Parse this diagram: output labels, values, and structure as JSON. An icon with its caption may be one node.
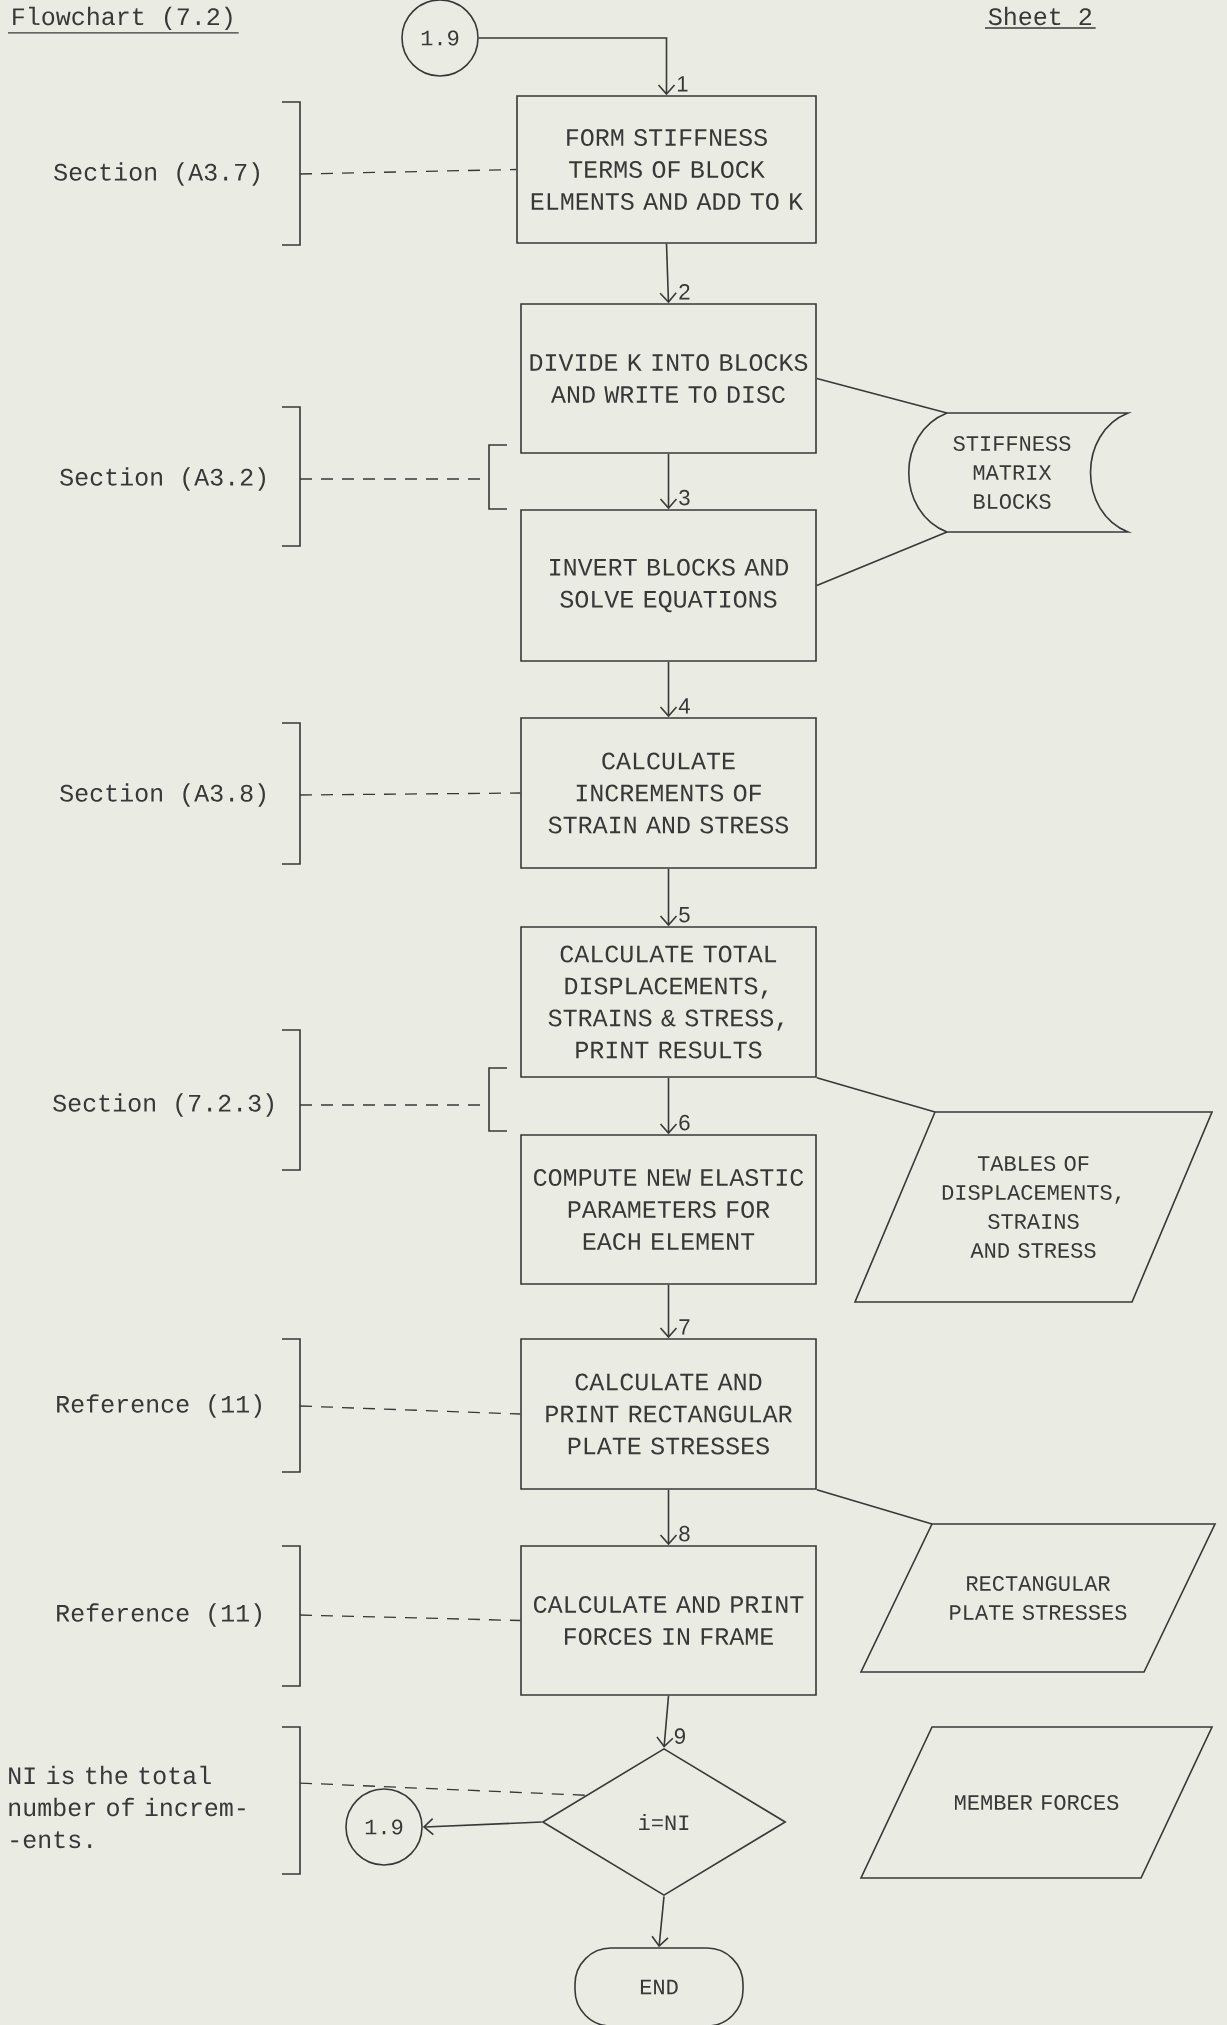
{
  "diagram": {
    "title": "Flowchart (7.2)",
    "nodes": [
      {
        "text": [
          "1.9"
        ]
      },
      {
        "text": [
          "Section (A3.7)"
        ]
      },
      {
        "text": [
          "FORM STIFFNESS TERMS OF BLOCK ELMENTS AND ADD TO K"
        ]
      },
      {
        "text": [
          "DIVIDE K INTO BLOCKS AND WRITE TO DISC"
        ]
      },
      {
        "text": [
          "STIFFNESS MATRIX BLOCKS"
        ]
      },
      {
        "text": [
          "Section (A3.2)"
        ]
      },
      {
        "text": [
          "INVERT BLOCKS AND SOLVE EQUATIONS"
        ]
      },
      {
        "text": [
          "Section (A3.8)"
        ]
      },
      {
        "text": [
          "CALCULATE INCREMENTS OF STRAIN AND STRESS"
        ]
      },
      {
        "text": [
          "CALCULATE TOTAL DISPLACEMENTS, STRAINS & STRESS, PRINT RESULTS"
        ]
      },
      {
        "text": [
          "Section (7.2.3)"
        ]
      },
      {
        "text": [
          "COMPUTE NEW ELASTIC PARAMETERS FOR EACH ELEMENT"
        ]
      },
      {
        "text": [
          "TABLES OF DISPLACEMENTS, STRAINS AND STRESS"
        ]
      },
      {
        "text": [
          "Reference (11)"
        ]
      },
      {
        "text": [
          "CALCULATE AND PRINT RECTANGULAR PLATE STRESSES"
        ]
      },
      {
        "text": [
          "Reference (11)"
        ]
      },
      {
        "text": [
          "CALCULATE AND PRINT FORCES IN FRAME"
        ]
      },
      {
        "text": [
          "RECTANGULAR PLATE STRESSES"
        ]
      },
      {
        "text": [
          "NI is the total number of increm- -ents."
        ]
      },
      {
        "text": [
          "1.9"
        ]
      },
      {
        "text": [
          "i=NI"
        ]
      },
      {
        "text": [
          "MEMBER FORCES"
        ]
      },
      {
        "text": [
          "END"
        ]
      }
    ],
    "edges": [
      {
        "from": 0,
        "to": 2,
        "arrow": "to",
        "label": "1"
      },
      {
        "from": 1,
        "to": 2,
        "arrow": "none",
        "style": "dashed"
      },
      {
        "from": 2,
        "to": 3,
        "arrow": "to",
        "label": "2"
      },
      {
        "from": 3,
        "to": 4,
        "arrow": "none"
      },
      {
        "from": 5,
        "to": null,
        "arrow": "none",
        "style": "dashed"
      },
      {
        "from": 3,
        "to": 6,
        "arrow": "to",
        "label": "3"
      },
      {
        "from": 6,
        "to": 4,
        "arrow": "none"
      },
      {
        "from": 7,
        "to": 8,
        "arrow": "none",
        "style": "dashed"
      },
      {
        "from": 6,
        "to": 8,
        "arrow": "to",
        "label": "4"
      },
      {
        "from": 8,
        "to": 9,
        "arrow": "to",
        "label": "5"
      },
      {
        "from": 10,
        "to": null,
        "arrow": "none",
        "style": "dashed"
      },
      {
        "from": 9,
        "to": 11,
        "arrow": "to",
        "label": "6"
      },
      {
        "from": 9,
        "to": 12,
        "arrow": "none"
      },
      {
        "from": 13,
        "to": 14,
        "arrow": "none",
        "style": "dashed"
      },
      {
        "from": 11,
        "to": 14,
        "arrow": "to",
        "label": "7"
      },
      {
        "from": 15,
        "to": 16,
        "arrow": "none",
        "style": "dashed"
      },
      {
        "from": 14,
        "to": 16,
        "arrow": "to",
        "label": "8"
      },
      {
        "from": 14,
        "to": 17,
        "arrow": "none"
      },
      {
        "from": 18,
        "to": 20,
        "arrow": "none",
        "style": "dashed"
      },
      {
        "from": 16,
        "to": 20,
        "arrow": "to",
        "label": "9"
      },
      {
        "from": 20,
        "to": 19,
        "arrow": "to"
      },
      {
        "from": 20,
        "to": 22,
        "arrow": "to"
      }
    ],
    "labels": [
      "Sheet 2"
    ]
  }
}
